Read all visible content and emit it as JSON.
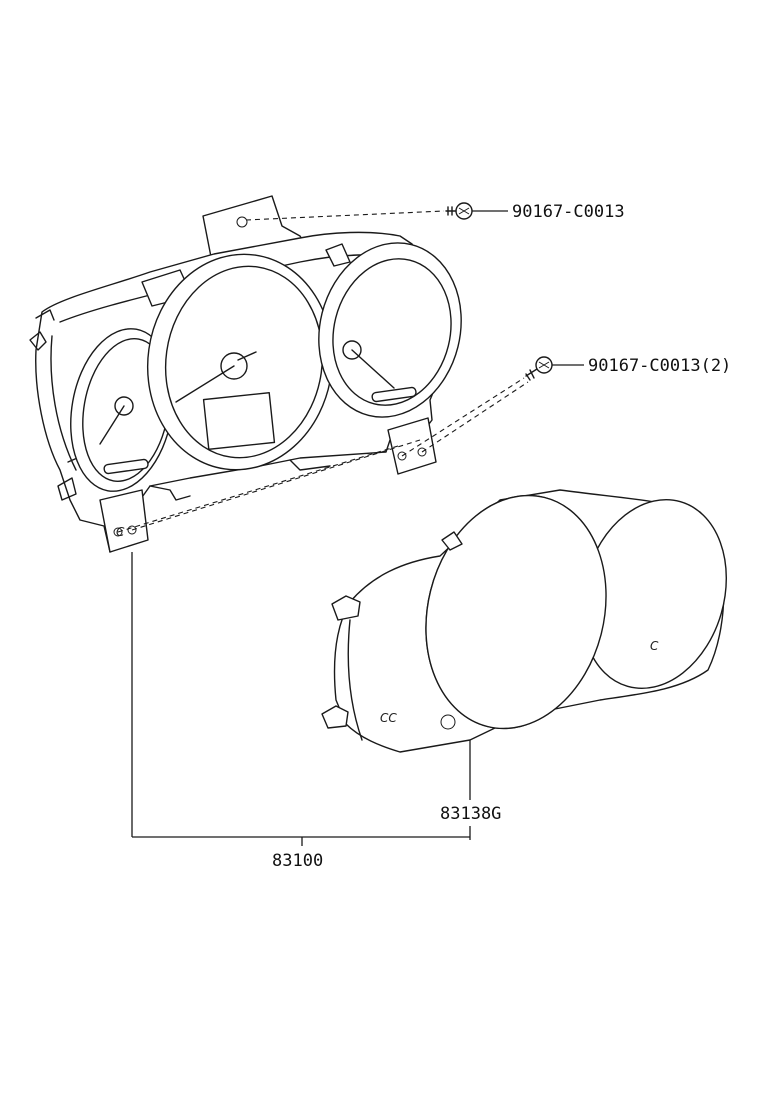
{
  "parts": {
    "screw_top": "90167-C0013",
    "screw_side": "90167-C0013(2)",
    "lens": "83138G",
    "meter_assembly": "83100"
  },
  "markings": {
    "lens_left": "CC",
    "lens_right": "C",
    "meter_bracket": "C"
  },
  "colors": {
    "line": "#1a1a1a",
    "background": "#ffffff"
  }
}
